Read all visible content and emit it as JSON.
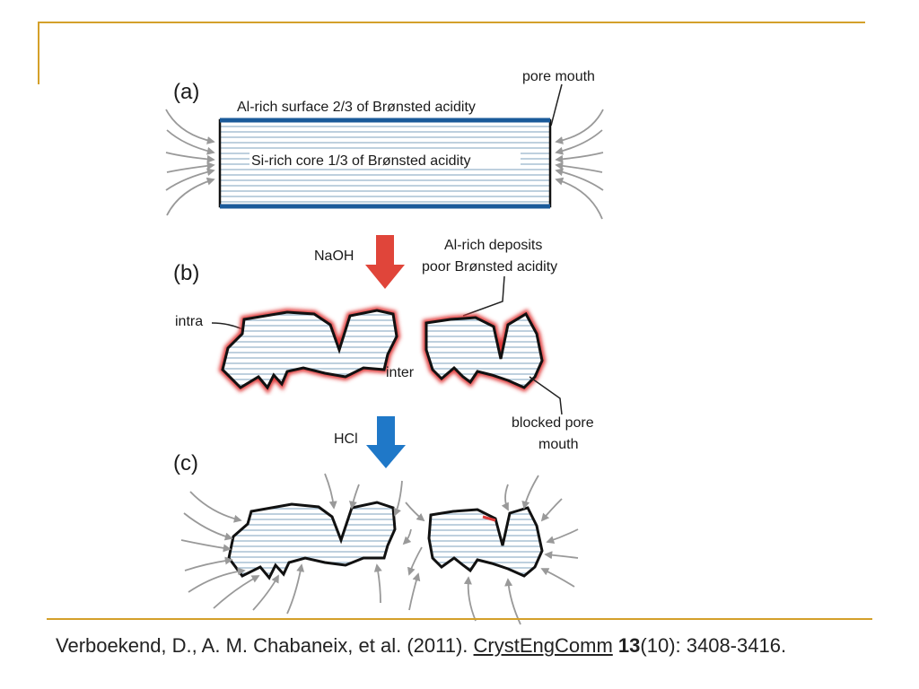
{
  "panels": {
    "a": {
      "tag": "(a)",
      "pore_mouth": "pore mouth",
      "surface_label": "Al-rich surface 2/3 of Brønsted acidity",
      "core_label": "Si-rich core 1/3 of Brønsted acidity"
    },
    "b": {
      "tag": "(b)",
      "reagent": "NaOH",
      "deposits_line1": "Al-rich deposits",
      "deposits_line2": "poor Brønsted acidity",
      "intra": "intra",
      "inter": "inter",
      "blocked_line1": "blocked pore",
      "blocked_line2": "mouth"
    },
    "c": {
      "tag": "(c)",
      "reagent": "HCl"
    }
  },
  "citation": {
    "authors": "Verboekend, D., A. M. Chabaneix, et al. (2011). ",
    "journal": "CrystEngComm",
    "volume": "13",
    "rest": "(10): 3408-3416."
  },
  "colors": {
    "rule": "#d4a02a",
    "surface_blue": "#1a5a9a",
    "deposit_red": "#e03a3a",
    "naoh_arrow": "#e0453a",
    "hcl_arrow": "#1f78c8",
    "lines": "#9ab8cc"
  }
}
